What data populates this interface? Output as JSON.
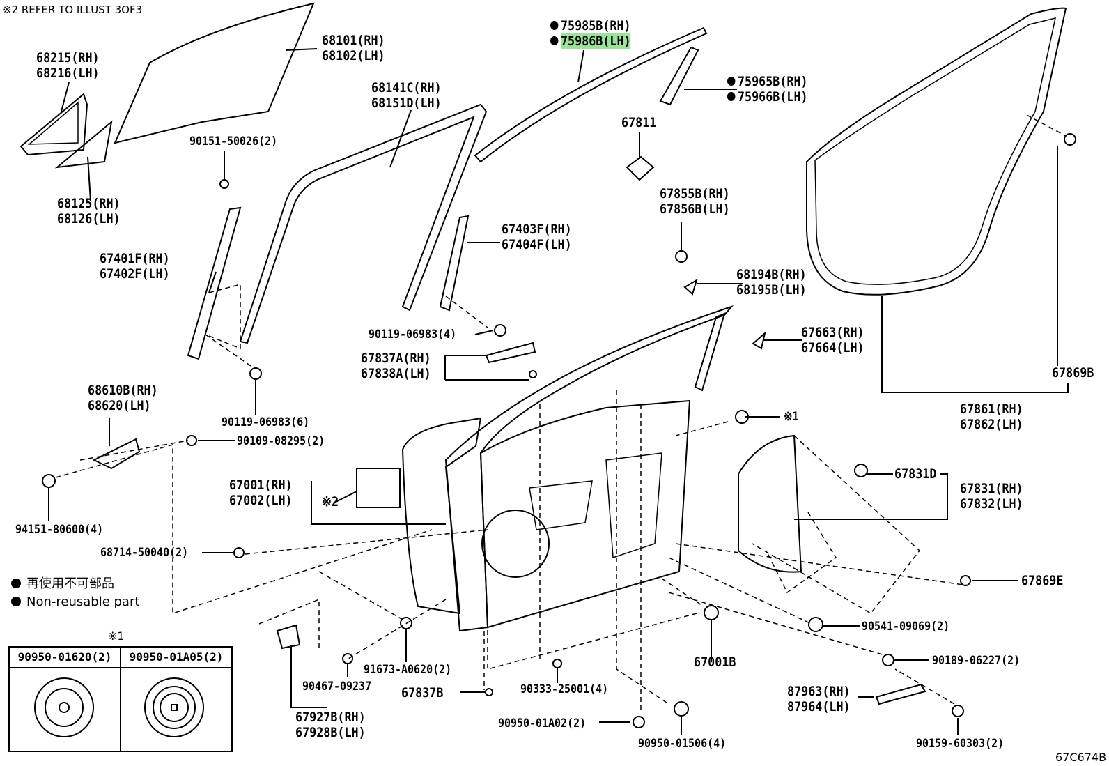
{
  "header_note": "※2 REFER TO ILLUST 3OF3",
  "illustration_code": "67C674B",
  "legend": {
    "ja": "再使用不可部品",
    "en": "Non-reusable part"
  },
  "highlight_color": "#9be29b",
  "parts": {
    "p68215": [
      "68215(RH)",
      "68216(LH)"
    ],
    "p68101": [
      "68101(RH)",
      "68102(LH)"
    ],
    "p90151": [
      "90151-50026(2)"
    ],
    "p68125": [
      "68125(RH)",
      "68126(LH)"
    ],
    "p68141": [
      "68141C(RH)",
      "68151D(LH)"
    ],
    "p67401": [
      "67401F(RH)",
      "67402F(LH)"
    ],
    "p90119a": [
      "90119-06983(6)"
    ],
    "p75985": [
      "75985B(RH)",
      "75986B(LH)"
    ],
    "p75965": [
      "75965B(RH)",
      "75966B(LH)"
    ],
    "p67811": [
      "67811"
    ],
    "p67855": [
      "67855B(RH)",
      "67856B(LH)"
    ],
    "p67403": [
      "67403F(RH)",
      "67404F(LH)"
    ],
    "p68194": [
      "68194B(RH)",
      "68195B(LH)"
    ],
    "p90119b": [
      "90119-06983(4)"
    ],
    "p67837a": [
      "67837A(RH)",
      "67838A(LH)"
    ],
    "p67663": [
      "67663(RH)",
      "67664(LH)"
    ],
    "p67869b": [
      "67869B"
    ],
    "p67861": [
      "67861(RH)",
      "67862(LH)"
    ],
    "p68610": [
      "68610B(RH)",
      "68620(LH)"
    ],
    "p90109": [
      "90109-08295(2)"
    ],
    "p94151": [
      "94151-80600(4)"
    ],
    "p67001": [
      "67001(RH)",
      "67002(LH)"
    ],
    "ref2": [
      "※2"
    ],
    "ref1": [
      "※1"
    ],
    "p68714": [
      "68714-50040(2)"
    ],
    "p67831d": [
      "67831D"
    ],
    "p67831": [
      "67831(RH)",
      "67832(LH)"
    ],
    "p67869e": [
      "67869E"
    ],
    "p90541": [
      "90541-09069(2)"
    ],
    "p67001b": [
      "67001B"
    ],
    "p90189": [
      "90189-06227(2)"
    ],
    "p91673": [
      "91673-A0620(2)"
    ],
    "p90467": [
      "90467-09237"
    ],
    "p67837b": [
      "67837B"
    ],
    "p90333": [
      "90333-25001(4)"
    ],
    "p87963": [
      "87963(RH)",
      "87964(LH)"
    ],
    "p90950a02": [
      "90950-01A02(2)"
    ],
    "p90950506": [
      "90950-01506(4)"
    ],
    "p90159": [
      "90159-60303(2)"
    ],
    "p67927": [
      "67927B(RH)",
      "67928B(LH)"
    ]
  },
  "table": {
    "title": "※1",
    "columns": [
      "90950-01620(2)",
      "90950-01A05(2)"
    ]
  }
}
